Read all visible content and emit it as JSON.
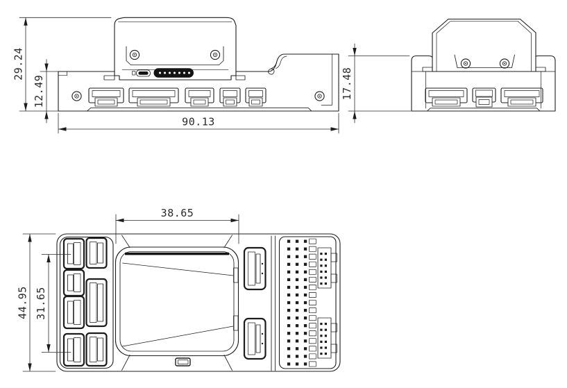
{
  "colors": {
    "background": "#ffffff",
    "line": "#1c1c1c",
    "dim_text": "#2a2a2a"
  },
  "views": {
    "front": {
      "dims": {
        "overall_height": "29.24",
        "base_height": "12.49",
        "overall_width": "90.13"
      }
    },
    "side": {
      "dims": {
        "base_height": "17.48"
      }
    },
    "bottom": {
      "dims": {
        "center_module_width": "38.65",
        "overall_depth": "44.95",
        "connector_row_span": "31.65"
      }
    }
  }
}
